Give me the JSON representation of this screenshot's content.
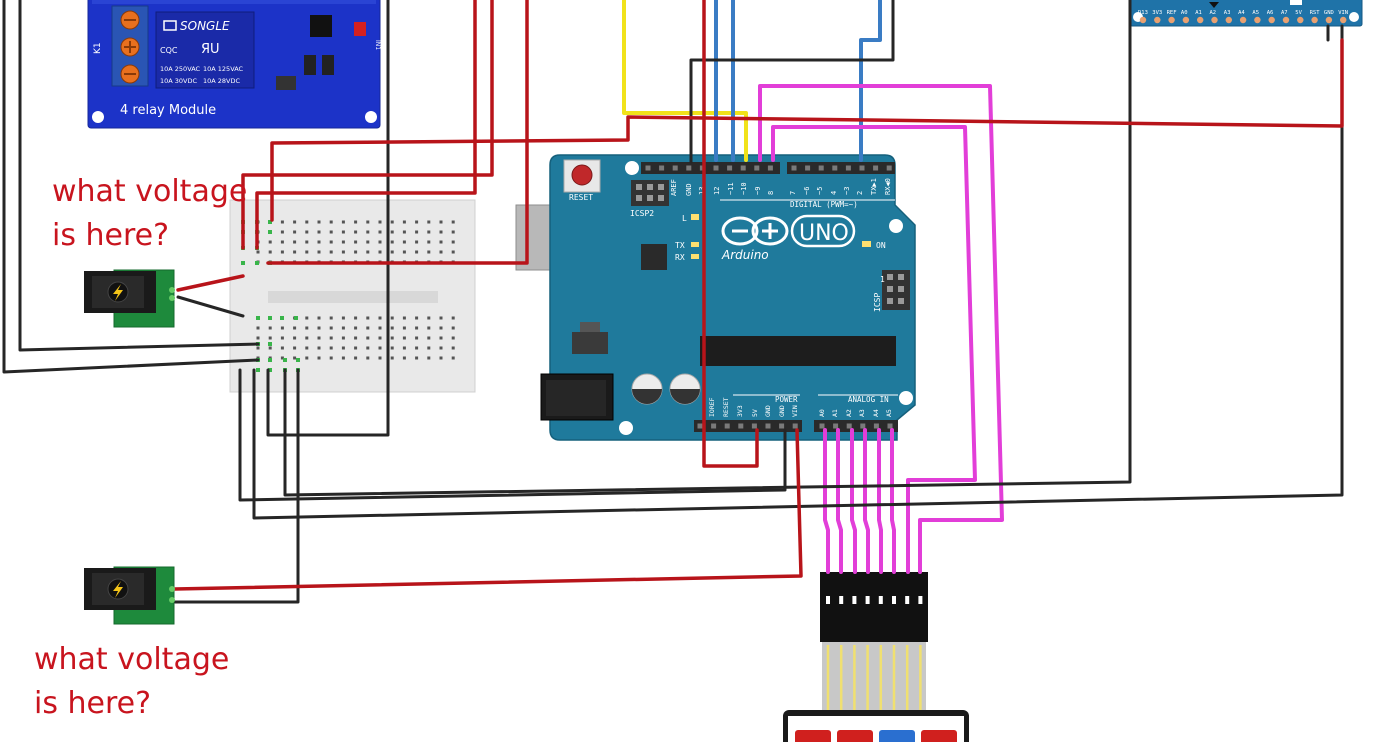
{
  "annotations": [
    {
      "line1": "what voltage",
      "line2": "is here?"
    },
    {
      "line1": "what voltage",
      "line2": "is here?"
    }
  ],
  "relay_module": {
    "title": "4 relay Module",
    "brand": "SONGLE",
    "rating_lines": [
      "10A 250VAC",
      "10A 125VAC",
      "10A 30VDC",
      "10A 28VDC"
    ],
    "relay_label": "K1",
    "input_label": "IN1",
    "cert_text": "CQC"
  },
  "arduino": {
    "model": "UNO",
    "brand": "Arduino",
    "reset_label": "RESET",
    "icsp2_label": "ICSP2",
    "icsp_label": "ICSP",
    "digital_label": "DIGITAL (PWM=~)",
    "analog_label": "ANALOG IN",
    "power_label": "POWER",
    "on_label": "ON",
    "l_label": "L",
    "tx_label": "TX",
    "rx_label": "RX",
    "aref_label": "AREF",
    "gnd_label": "GND",
    "digital_pins": [
      "13",
      "12",
      "~11",
      "~10",
      "~9",
      "8",
      "7",
      "~6",
      "~5",
      "4",
      "~3",
      "2",
      "TX▶1",
      "RX◀0"
    ],
    "power_pins": [
      "IOREF",
      "RESET",
      "3V3",
      "5V",
      "GND",
      "GND",
      "VIN"
    ],
    "analog_pins": [
      "A0",
      "A1",
      "A2",
      "A3",
      "A4",
      "A5"
    ]
  },
  "nano": {
    "pin_labels": [
      "D13",
      "3V3",
      "REF",
      "A0",
      "A1",
      "A2",
      "A3",
      "A4",
      "A5",
      "A6",
      "A7",
      "5V",
      "RST",
      "GND",
      "VIN"
    ]
  },
  "colors": {
    "red_wire": "#b8141a",
    "black_wire": "#262626",
    "blue_wire": "#3a7cc4",
    "yellow_wire": "#f1e21a",
    "magenta_wire": "#e23ed8",
    "annotation_text": "#c8141e",
    "arduino_board": "#1f7a9c",
    "relay_board": "#1c33c8",
    "barrel_jack_pcb": "#1e8a3c"
  }
}
